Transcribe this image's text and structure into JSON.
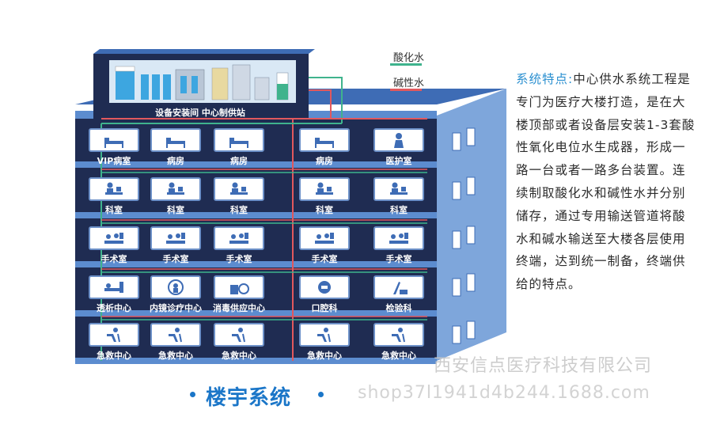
{
  "legend": {
    "acid": "酸化水",
    "alkali": "碱性水",
    "acid_color": "#3fb38d",
    "alkali_color": "#e2585d"
  },
  "roof": {
    "label": "设备安装间 中心制供站"
  },
  "floors": [
    {
      "rooms": [
        {
          "label": "VIP病室",
          "icon": "bed-icon"
        },
        {
          "label": "病房",
          "icon": "bed-icon"
        },
        {
          "label": "病房",
          "icon": "bed-icon"
        },
        {
          "label": "病房",
          "icon": "bed-icon"
        },
        {
          "label": "医护室",
          "icon": "nurse-icon"
        }
      ]
    },
    {
      "rooms": [
        {
          "label": "科室",
          "icon": "doctor-desk-icon"
        },
        {
          "label": "科室",
          "icon": "doctor-desk-icon"
        },
        {
          "label": "科室",
          "icon": "doctor-desk-icon"
        },
        {
          "label": "科室",
          "icon": "doctor-desk-icon"
        },
        {
          "label": "科室",
          "icon": "doctor-desk-icon"
        }
      ]
    },
    {
      "rooms": [
        {
          "label": "手术室",
          "icon": "surgery-icon"
        },
        {
          "label": "手术室",
          "icon": "surgery-icon"
        },
        {
          "label": "手术室",
          "icon": "surgery-icon"
        },
        {
          "label": "手术室",
          "icon": "surgery-icon"
        },
        {
          "label": "手术室",
          "icon": "surgery-icon"
        }
      ]
    },
    {
      "rooms": [
        {
          "label": "透析中心",
          "icon": "dialysis-icon"
        },
        {
          "label": "内镜诊疗中心",
          "icon": "endoscopy-icon"
        },
        {
          "label": "消毒供应中心",
          "icon": "sterilize-icon"
        },
        {
          "label": "口腔科",
          "icon": "dental-icon"
        },
        {
          "label": "检验科",
          "icon": "lab-icon"
        }
      ]
    },
    {
      "rooms": [
        {
          "label": "急救中心",
          "icon": "emergency-icon"
        },
        {
          "label": "急救中心",
          "icon": "emergency-icon"
        },
        {
          "label": "急救中心",
          "icon": "emergency-icon"
        },
        {
          "label": "急救中心",
          "icon": "emergency-icon"
        },
        {
          "label": "急救中心",
          "icon": "emergency-icon"
        }
      ]
    }
  ],
  "description": {
    "heading": "系统特点:",
    "body": "中心供水系统工程是专门为医疗大楼打造，是在大楼顶部或者设备层安装1-3套酸性氧化电位水生成器，形成一路一台或者一路多台装置。连续制取酸化水和碱性水并分别储存，通过专用输送管道将酸水和碱水输送至大楼各层使用终端，达到统一制备，终端供给的特点。"
  },
  "title": "楼宇系统",
  "watermark": {
    "company": "西安信点医疗科技有限公司",
    "shop": "shop37l1941d4b244.1688.com"
  },
  "colors": {
    "building": "#1f2c52",
    "floor_slab": "#5c8ccf",
    "side_wall": "#7ea6db",
    "accent": "#1b76c8"
  }
}
